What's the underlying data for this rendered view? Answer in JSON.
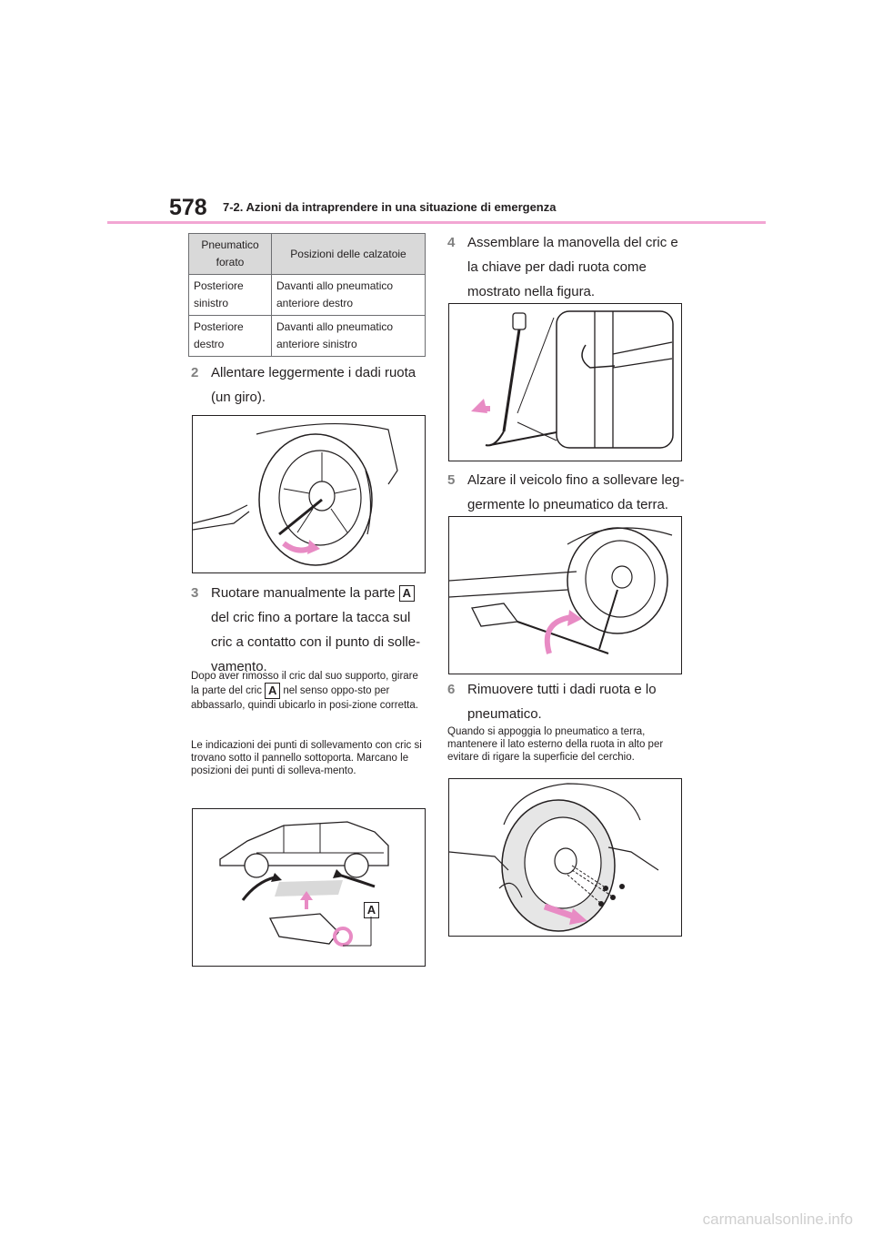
{
  "header": {
    "page_number": "578",
    "section_title": "7-2. Azioni da intraprendere in una situazione di emergenza",
    "rule_color": "#f2a6d3"
  },
  "table": {
    "headers": [
      "Pneumatico forato",
      "Posizioni delle calzatoie"
    ],
    "rows": [
      [
        "Posteriore sinistro",
        "Davanti allo pneumatico anteriore destro"
      ],
      [
        "Posteriore destro",
        "Davanti allo pneumatico anteriore sinistro"
      ]
    ]
  },
  "steps": {
    "s2": {
      "num": "2",
      "text": "Allentare leggermente i dadi ruota (un giro)."
    },
    "s3": {
      "num": "3",
      "text_before": "Ruotare manualmente la parte",
      "text_after": "del cric fino a portare la tacca sul cric a contatto con il punto di solle-vamento."
    },
    "s4": {
      "num": "4",
      "text": "Assemblare la manovella del cric e la chiave per dadi ruota come mostrato nella figura."
    },
    "s5": {
      "num": "5",
      "text": "Alzare il veicolo fino a sollevare leg-germente lo pneumatico da terra."
    },
    "s6": {
      "num": "6",
      "text": "Rimuovere tutti i dadi ruota e lo pneumatico."
    }
  },
  "notes": {
    "n3a_before": "Dopo aver rimosso il cric dal suo supporto, girare la parte del cric",
    "n3a_after": "nel senso oppo-sto per abbassarlo, quindi ubicarlo in posi-zione corretta.",
    "n3b": "Le indicazioni dei punti di sollevamento con cric si trovano sotto il pannello sottoporta. Marcano le posizioni dei punti di solleva-mento.",
    "n6": "Quando si appoggia lo pneumatico a terra, mantenere il lato esterno della ruota in alto per evitare di rigare la superficie del cerchio."
  },
  "labels": {
    "part_a": "A"
  },
  "colors": {
    "accent_pink": "#e88bc4",
    "step_number": "#808080",
    "table_header_bg": "#d9d9d9"
  },
  "watermark": "carmanualsonline.info"
}
